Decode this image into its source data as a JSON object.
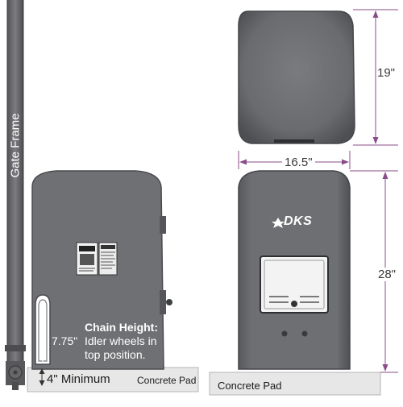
{
  "labels": {
    "gate_frame": "Gate Frame",
    "chain_height_title": "Chain Height:",
    "chain_height_value": "7.75\"",
    "chain_note_line1": "Idler wheels in",
    "chain_note_line2": "top position.",
    "minimum": "4\" Minimum",
    "concrete_pad_left": "Concrete Pad",
    "concrete_pad_right": "Concrete Pad",
    "brand": "DKS"
  },
  "dimensions": {
    "cover_height": "19\"",
    "width": "16.5\"",
    "body_height": "28\""
  },
  "colors": {
    "housing": "#6f7073",
    "housing_dark": "#4b4c4f",
    "dimension_line": "#8a4d8a",
    "pad": "#e7e7e7",
    "frame": "#6b6b6e"
  }
}
